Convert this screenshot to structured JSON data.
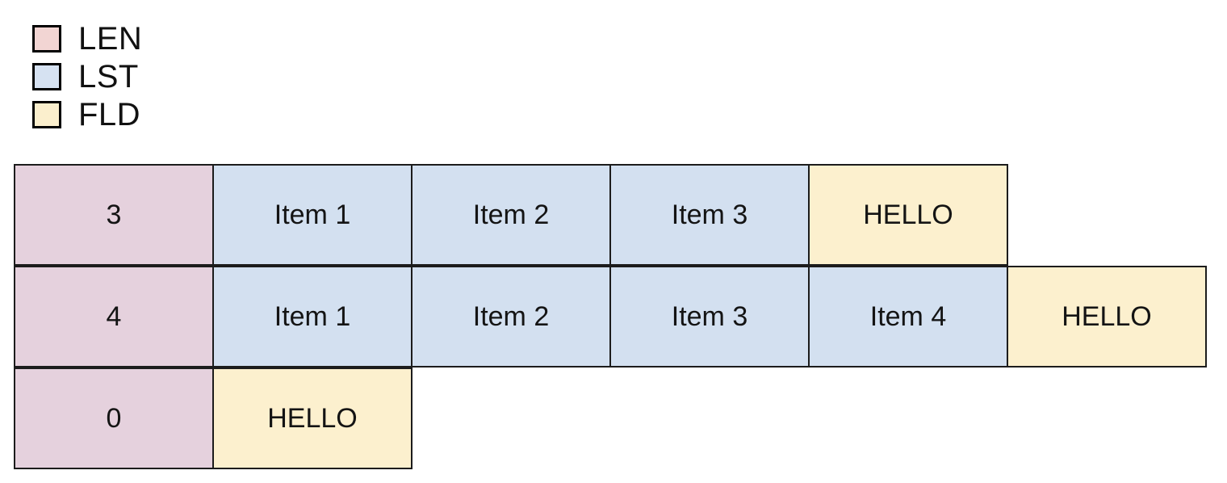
{
  "legend": {
    "items": [
      {
        "label": "LEN",
        "color": "#f2d5d3",
        "key": "len"
      },
      {
        "label": "LST",
        "color": "#d6e2f2",
        "key": "lst"
      },
      {
        "label": "FLD",
        "color": "#fbefcd",
        "key": "fld"
      }
    ]
  },
  "colors": {
    "len_fill": "#e5d1dd",
    "lst_fill": "#d3e0f0",
    "fld_fill": "#fcf0ce",
    "border": "#1c1c1c",
    "background": "#ffffff"
  },
  "table": {
    "rows": [
      {
        "cells": [
          {
            "text": "3",
            "type": "len"
          },
          {
            "text": "Item 1",
            "type": "lst"
          },
          {
            "text": "Item 2",
            "type": "lst"
          },
          {
            "text": "Item 3",
            "type": "lst"
          },
          {
            "text": "HELLO",
            "type": "fld"
          }
        ]
      },
      {
        "cells": [
          {
            "text": "4",
            "type": "len"
          },
          {
            "text": "Item 1",
            "type": "lst"
          },
          {
            "text": "Item 2",
            "type": "lst"
          },
          {
            "text": "Item 3",
            "type": "lst"
          },
          {
            "text": "Item 4",
            "type": "lst"
          },
          {
            "text": "HELLO",
            "type": "fld"
          }
        ]
      },
      {
        "cells": [
          {
            "text": "0",
            "type": "len"
          },
          {
            "text": "HELLO",
            "type": "fld"
          }
        ]
      }
    ]
  }
}
